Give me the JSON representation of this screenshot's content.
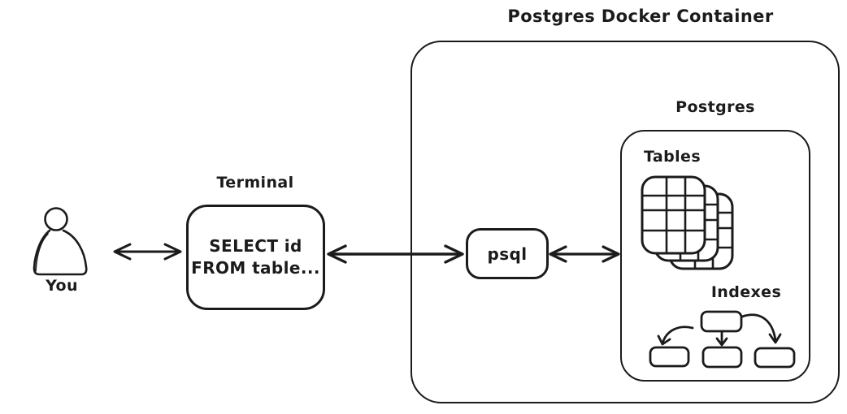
{
  "title": "Postgres Docker Container",
  "actor": {
    "label": "You",
    "icon": "person-icon"
  },
  "terminal": {
    "label": "Terminal",
    "query_lines": [
      "SELECT id",
      "FROM table..."
    ]
  },
  "container": {
    "psql": {
      "label": "psql"
    },
    "postgres": {
      "label": "Postgres",
      "tables": {
        "label": "Tables",
        "icon": "stacked-tables-icon"
      },
      "indexes": {
        "label": "Indexes",
        "icon": "index-tree-icon"
      }
    }
  },
  "connections": [
    {
      "from": "You",
      "to": "Terminal",
      "style": "bidirectional-arrow"
    },
    {
      "from": "Terminal",
      "to": "psql",
      "style": "bidirectional-arrow"
    },
    {
      "from": "psql",
      "to": "Postgres",
      "style": "bidirectional-arrow"
    }
  ],
  "colors": {
    "stroke": "#1b1b1b",
    "background": "#ffffff"
  }
}
